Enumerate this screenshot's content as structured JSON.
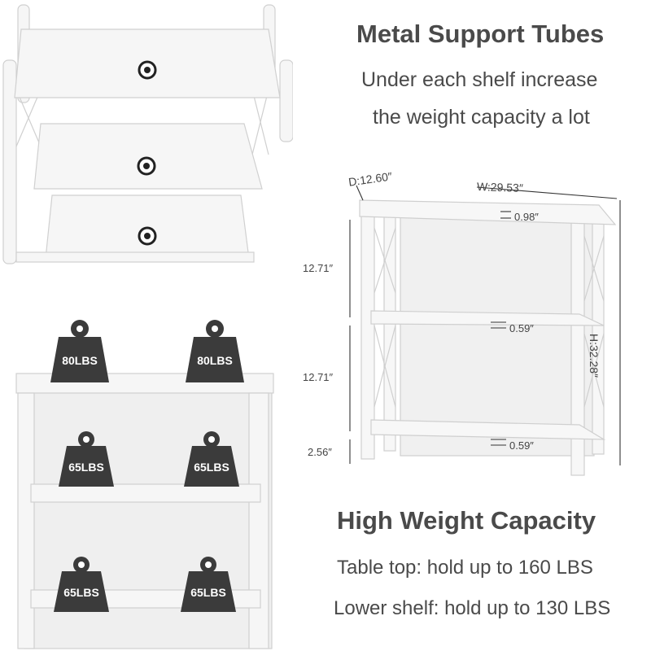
{
  "top_panel": {
    "title": "Metal Support Tubes",
    "line1": "Under each shelf increase",
    "line2": "the weight capacity a lot"
  },
  "dimensions": {
    "depth": "D:12.60″",
    "width": "W:29.53″",
    "height": "H:32.28″",
    "top_thickness": "0.98″",
    "shelf1_thickness": "0.59″",
    "shelf2_thickness": "0.59″",
    "gap_upper": "12.71″",
    "gap_lower": "12.71″",
    "leg_clearance": "2.56″"
  },
  "weights": {
    "top_left": "80LBS",
    "top_right": "80LBS",
    "mid_left": "65LBS",
    "mid_right": "65LBS",
    "low_left": "65LBS",
    "low_right": "65LBS"
  },
  "bottom_panel": {
    "title": "High Weight Capacity",
    "line1": "Table top: hold up to 160 LBS",
    "line2": "Lower shelf: hold up to 130 LBS"
  },
  "colors": {
    "text": "#4a4a4a",
    "weight": "#3b3b3b",
    "furniture": "#f5f5f5",
    "outline": "#d2d2d2"
  }
}
